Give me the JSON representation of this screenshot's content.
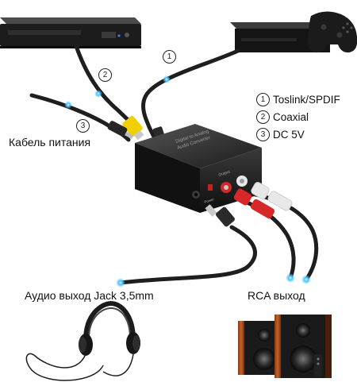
{
  "legend": [
    {
      "number": "1",
      "label": "Toslink/SPDIF"
    },
    {
      "number": "2",
      "label": "Coaxial"
    },
    {
      "number": "3",
      "label": "DC 5V"
    }
  ],
  "markers": {
    "cable_1": "1",
    "cable_2": "2",
    "cable_3": "3"
  },
  "labels": {
    "power_cable": "Кабель питания",
    "audio_out": "Аудио выход Jack 3,5mm",
    "rca_out": "RCA выход"
  },
  "device": {
    "face_text_1": "Digital to Analog",
    "face_text_2": "Audio Converter",
    "output_label": "Output",
    "power_label": "Power"
  },
  "colors": {
    "converter_body": "#1a1a1a",
    "rca_red": "#d62828",
    "rca_white": "#e8e8e8",
    "coax_yellow": "#f2d000",
    "cable_black": "#222222",
    "glow_blue": "#4cc3ff"
  }
}
